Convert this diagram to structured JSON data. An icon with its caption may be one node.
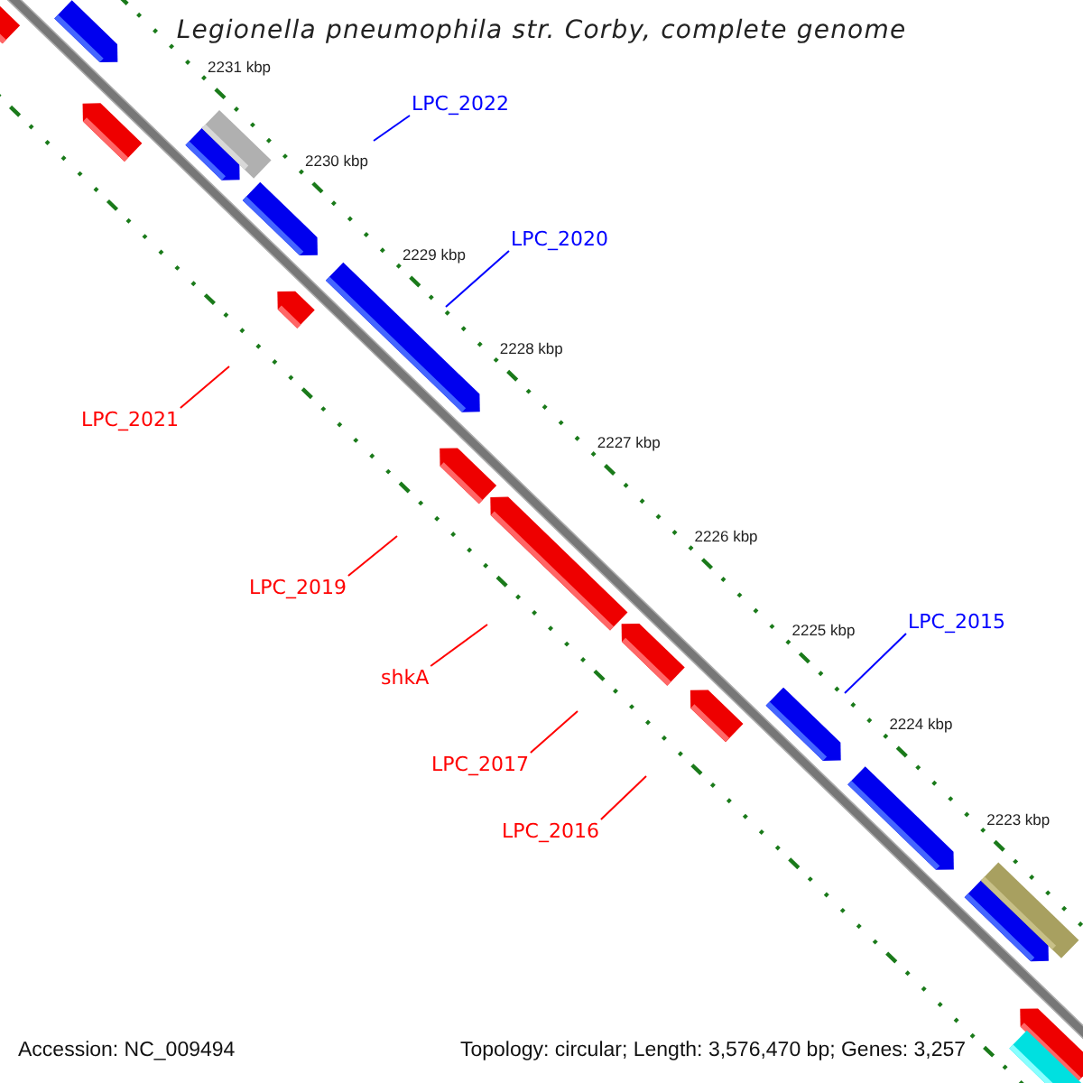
{
  "diagram": {
    "title": "Legionella pneumophila str. Corby, complete genome",
    "nodes": [
      {
        "text": [
          "LPC_2022"
        ]
      },
      {
        "text": [
          "LPC_2020"
        ]
      },
      {
        "text": [
          "LPC_2021"
        ]
      },
      {
        "text": [
          "LPC_2019"
        ]
      },
      {
        "text": [
          "shkA"
        ]
      },
      {
        "text": [
          "LPC_2017"
        ]
      },
      {
        "text": [
          "LPC_2016"
        ]
      },
      {
        "text": [
          "LPC_2015"
        ]
      }
    ],
    "edges": [
      {
        "from": 0,
        "to": null,
        "arrow": "none",
        "color": "#0000ff"
      },
      {
        "from": 1,
        "to": null,
        "arrow": "none",
        "color": "#0000ff"
      },
      {
        "from": 2,
        "to": null,
        "arrow": "none"
      },
      {
        "from": 3,
        "to": null,
        "arrow": "none"
      },
      {
        "from": 4,
        "to": null,
        "arrow": "none"
      },
      {
        "from": 5,
        "to": null,
        "arrow": "none"
      },
      {
        "from": 6,
        "to": null,
        "arrow": "none"
      },
      {
        "from": 7,
        "to": null,
        "arrow": "none",
        "color": "#0000ff"
      }
    ],
    "labels": [
      "2231 kbp",
      "2230 kbp",
      "2229 kbp",
      "2228 kbp",
      "2227 kbp",
      "2226 kbp",
      "2225 kbp",
      "2224 kbp",
      "2223 kbp",
      "Accession: NC_009494",
      "Topology: circular; Length: 3,576,470 bp; Genes: 3,257"
    ]
  }
}
